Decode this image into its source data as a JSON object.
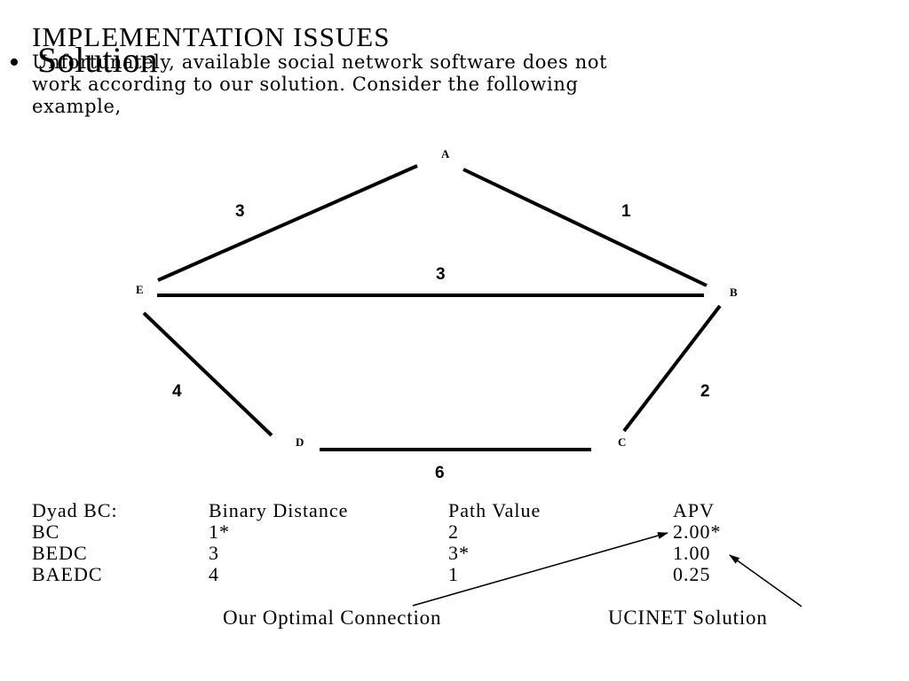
{
  "slide": {
    "title": "IMPLEMENTATION ISSUES",
    "bullet_text": "Solution",
    "intro_lines": [
      "Unfortunately, available social network software does not",
      "work according to our solution.  Consider the following",
      "example,"
    ]
  },
  "graph": {
    "nodes": [
      {
        "id": "A",
        "label": "A"
      },
      {
        "id": "B",
        "label": "B"
      },
      {
        "id": "C",
        "label": "C"
      },
      {
        "id": "D",
        "label": "D"
      },
      {
        "id": "E",
        "label": "E"
      }
    ],
    "edges": [
      {
        "id": "AE",
        "from": "A",
        "to": "E",
        "weight": "3"
      },
      {
        "id": "AB",
        "from": "A",
        "to": "B",
        "weight": "1"
      },
      {
        "id": "EB",
        "from": "E",
        "to": "B",
        "weight": "3"
      },
      {
        "id": "ED",
        "from": "E",
        "to": "D",
        "weight": "4"
      },
      {
        "id": "BC",
        "from": "B",
        "to": "C",
        "weight": "2"
      },
      {
        "id": "DC",
        "from": "D",
        "to": "C",
        "weight": "6"
      }
    ]
  },
  "table": {
    "headers": [
      "Dyad BC:",
      "Binary Distance",
      "Path Value",
      "APV"
    ],
    "rows": [
      [
        "BC",
        "1*",
        "2",
        "2.00*"
      ],
      [
        "BEDC",
        "3",
        "3*",
        "1.00"
      ],
      [
        "BAEDC",
        "4",
        "1",
        "0.25"
      ]
    ]
  },
  "annotations": {
    "optimal": "Our Optimal Connection",
    "ucinet": "UCINET Solution"
  }
}
